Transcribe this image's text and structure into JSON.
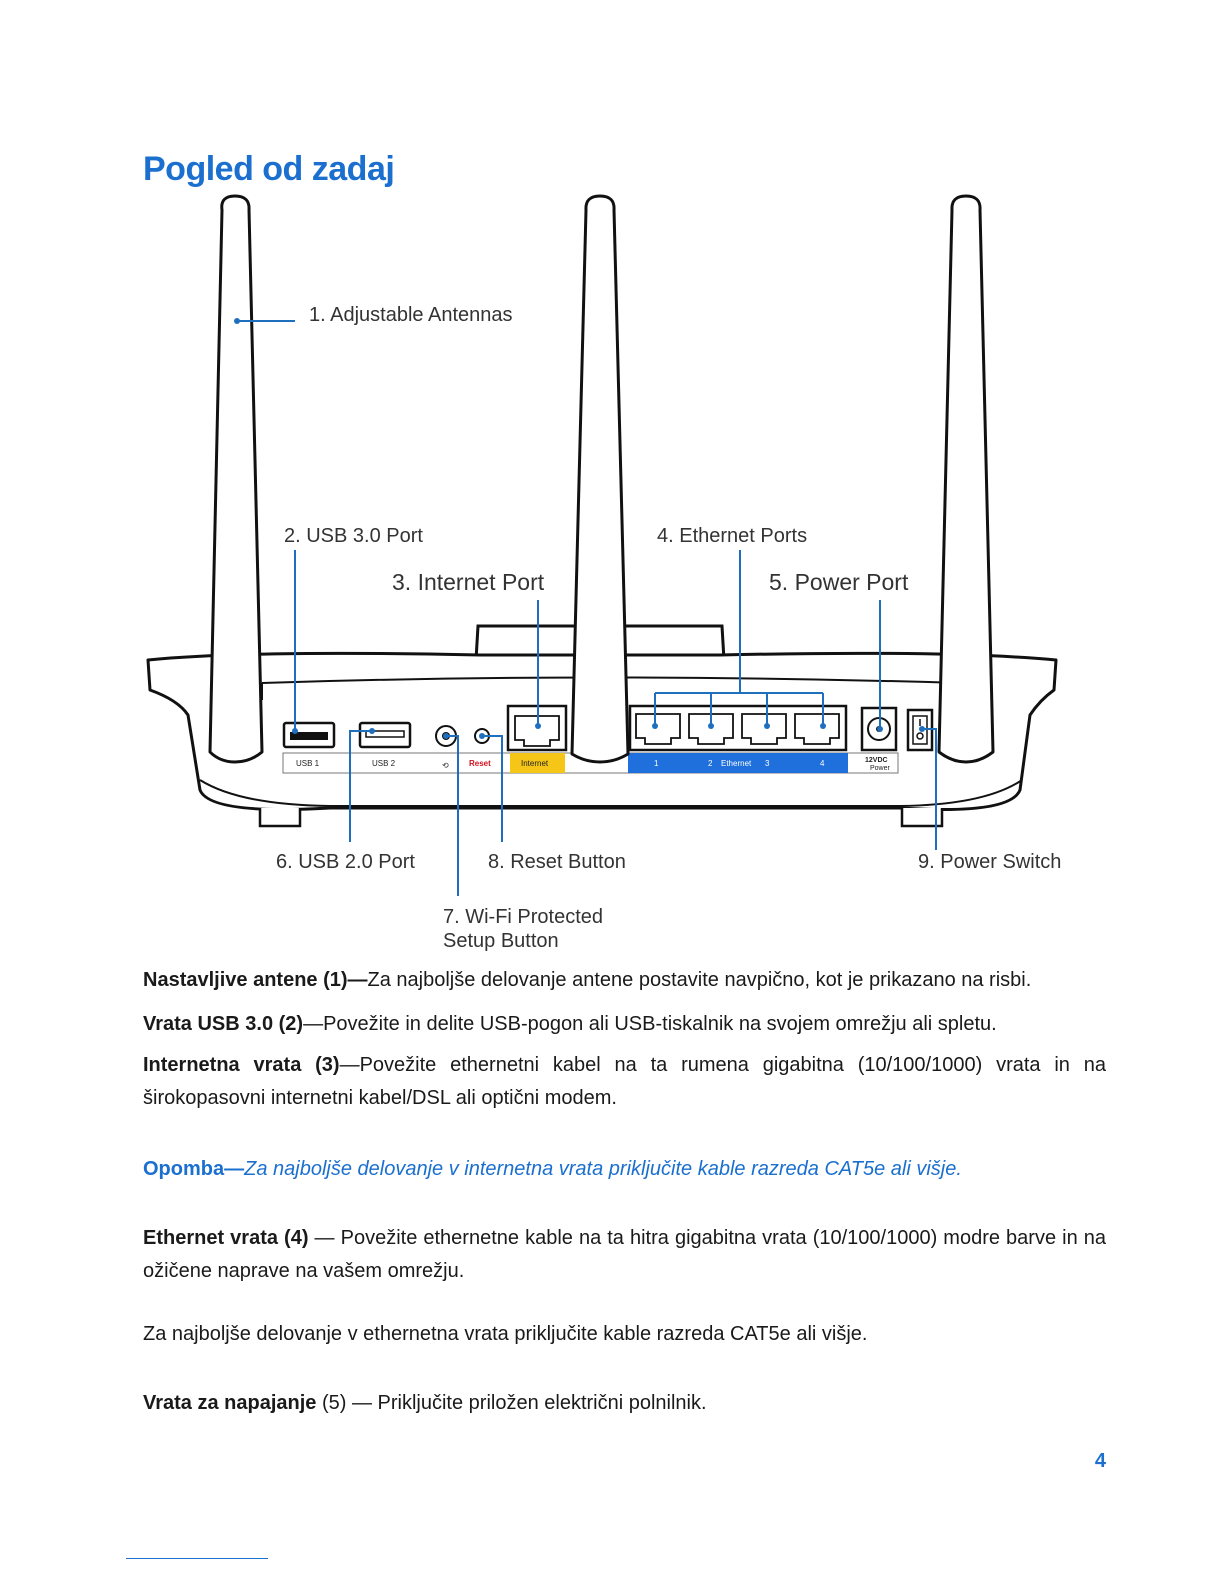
{
  "page": {
    "title": "Pogled od zadaj",
    "page_number": "4"
  },
  "diagram": {
    "callouts": {
      "antennas": "1. Adjustable Antennas",
      "usb30": "2. USB 3.0 Port",
      "internet": "3. Internet Port",
      "ethernet": "4. Ethernet Ports",
      "power_port": "5. Power Port",
      "usb20": "6. USB 2.0 Port",
      "wps_line1": "7. Wi-Fi Protected",
      "wps_line2": "Setup Button",
      "reset": "8. Reset Button",
      "power_switch": "9. Power Switch"
    },
    "panel_labels": {
      "usb1": "USB 1",
      "usb2": "USB 2",
      "reset": "Reset",
      "internet": "Internet",
      "eth1": "1",
      "eth2": "2",
      "eth_word": "Ethernet",
      "eth3": "3",
      "eth4": "4",
      "power_v": "12VDC",
      "power_word": "Power"
    },
    "colors": {
      "internet_port": "#f5c518",
      "ethernet_band": "#1f6fdc",
      "leader_lines": "#1f6fbf"
    }
  },
  "sections": {
    "antennas": {
      "bold": "Nastavljive antene (1)—",
      "text": "Za najboljše delovanje antene postavite navpično, kot je prikazano na risbi."
    },
    "usb30": {
      "bold": "Vrata USB 3.0 (2)",
      "text": "—Povežite in delite USB-pogon ali USB-tiskalnik na svojem omrežju ali spletu."
    },
    "internet": {
      "bold": "Internetna vrata (3)",
      "text": "—Povežite ethernetni kabel na ta rumena gigabitna (10/100/1000) vrata in na širokopasovni internetni kabel/DSL ali optični modem."
    },
    "note": {
      "bold": "Opomba—",
      "text": "Za najboljše delovanje v internetna vrata priključite kable  razreda CAT5e ali višje."
    },
    "ethernet": {
      "bold": "Ethernet vrata (4)",
      "text": " — Povežite ethernetne kable na ta hitra gigabitna vrata (10/100/1000) modre barve in na ožičene naprave na vašem omrežju."
    },
    "ethernet_tip": {
      "text": "Za najboljše delovanje v ethernetna vrata priključite kable  razreda CAT5e ali višje."
    },
    "power": {
      "bold": "Vrata za napajanje",
      "text": " (5) — Priključite priložen električni polnilnik."
    }
  }
}
